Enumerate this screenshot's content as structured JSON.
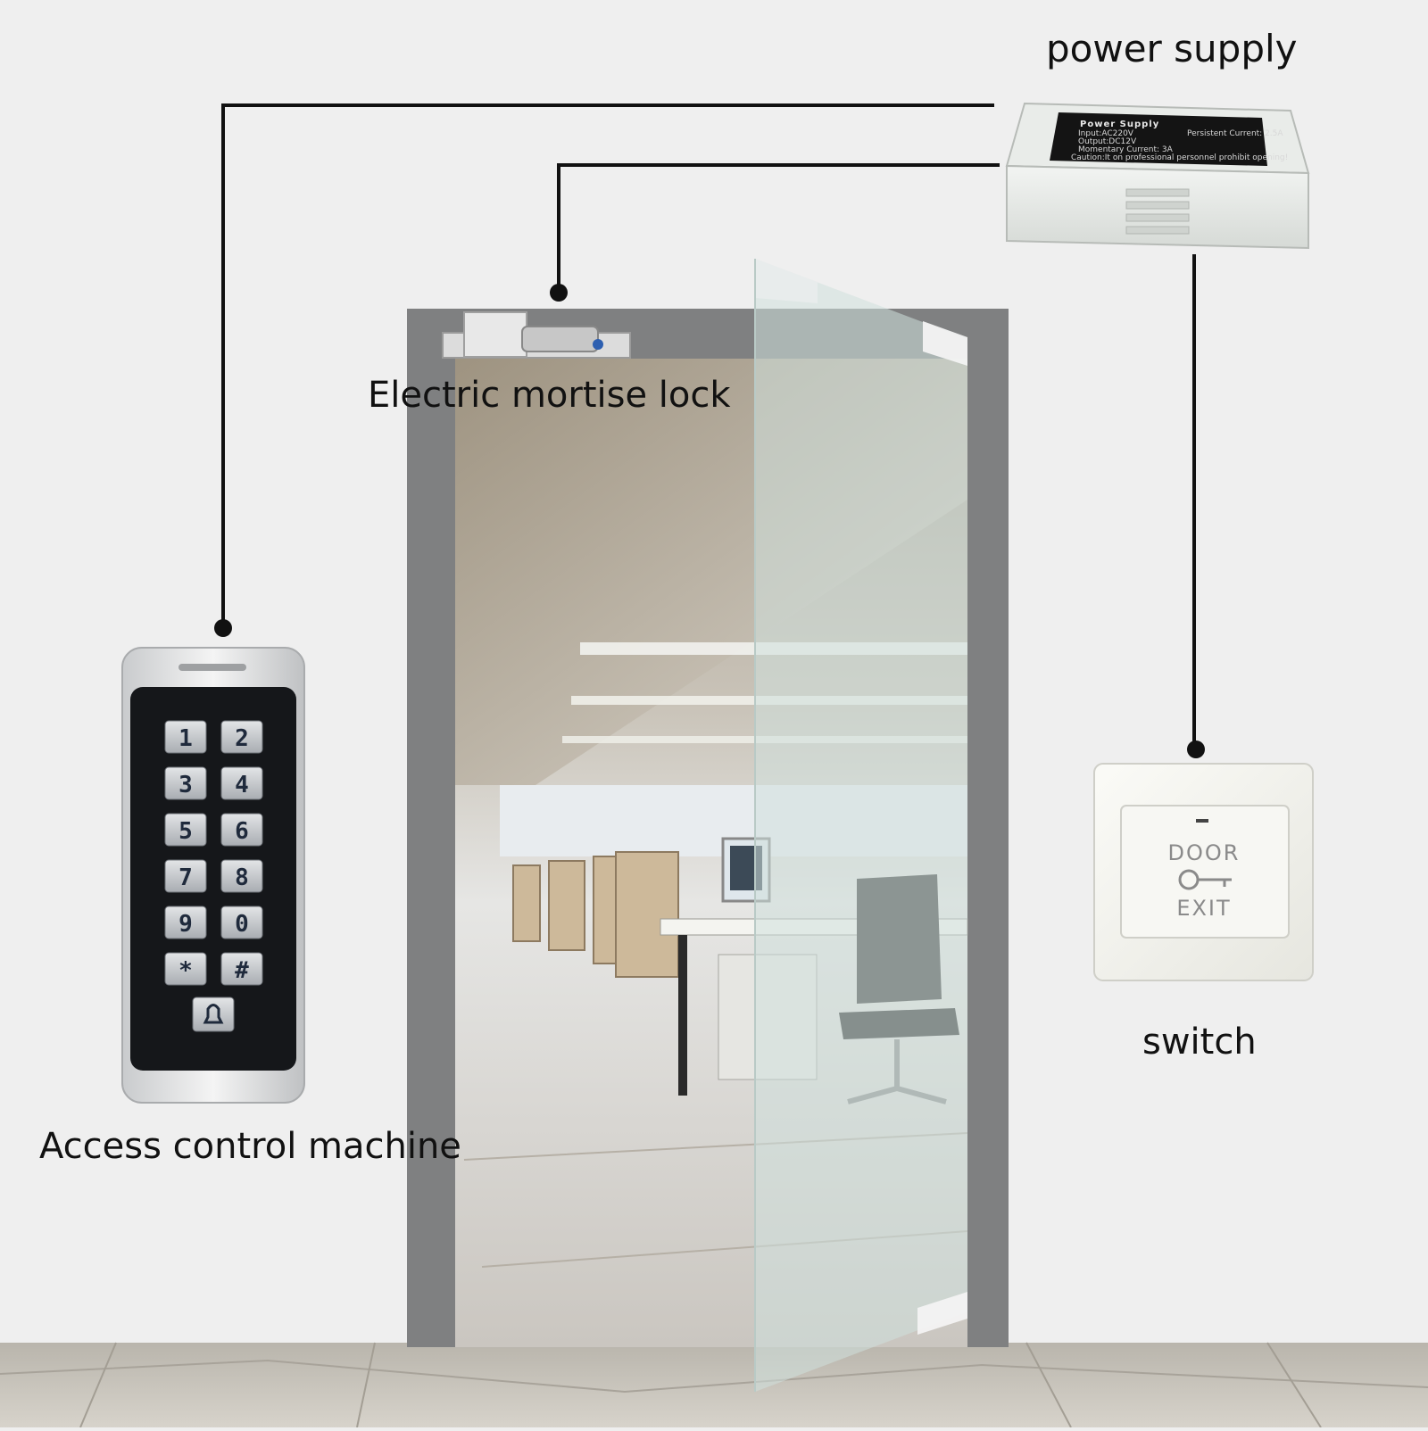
{
  "labels": {
    "power_supply": "power supply",
    "electric_lock": "Electric mortise lock",
    "access_control": "Access control machine",
    "switch": "switch"
  },
  "keypad": {
    "keys": [
      "1",
      "2",
      "3",
      "4",
      "5",
      "6",
      "7",
      "8",
      "9",
      "0",
      "*",
      "#"
    ]
  },
  "exit_button": {
    "top_text": "DOOR",
    "bottom_text": "EXIT"
  },
  "power_box": {
    "title": "Power Supply",
    "lines": [
      "Input:AC220V",
      "Output:DC12V",
      "Momentary Current: 3A",
      "Persistent Current: 2.5A",
      "Caution:It on professional personnel prohibit opening!"
    ]
  },
  "colors": {
    "wall": "#efefef",
    "door_frame": "#7f8081",
    "wire": "#111111",
    "glass": "#cfe0dc"
  }
}
